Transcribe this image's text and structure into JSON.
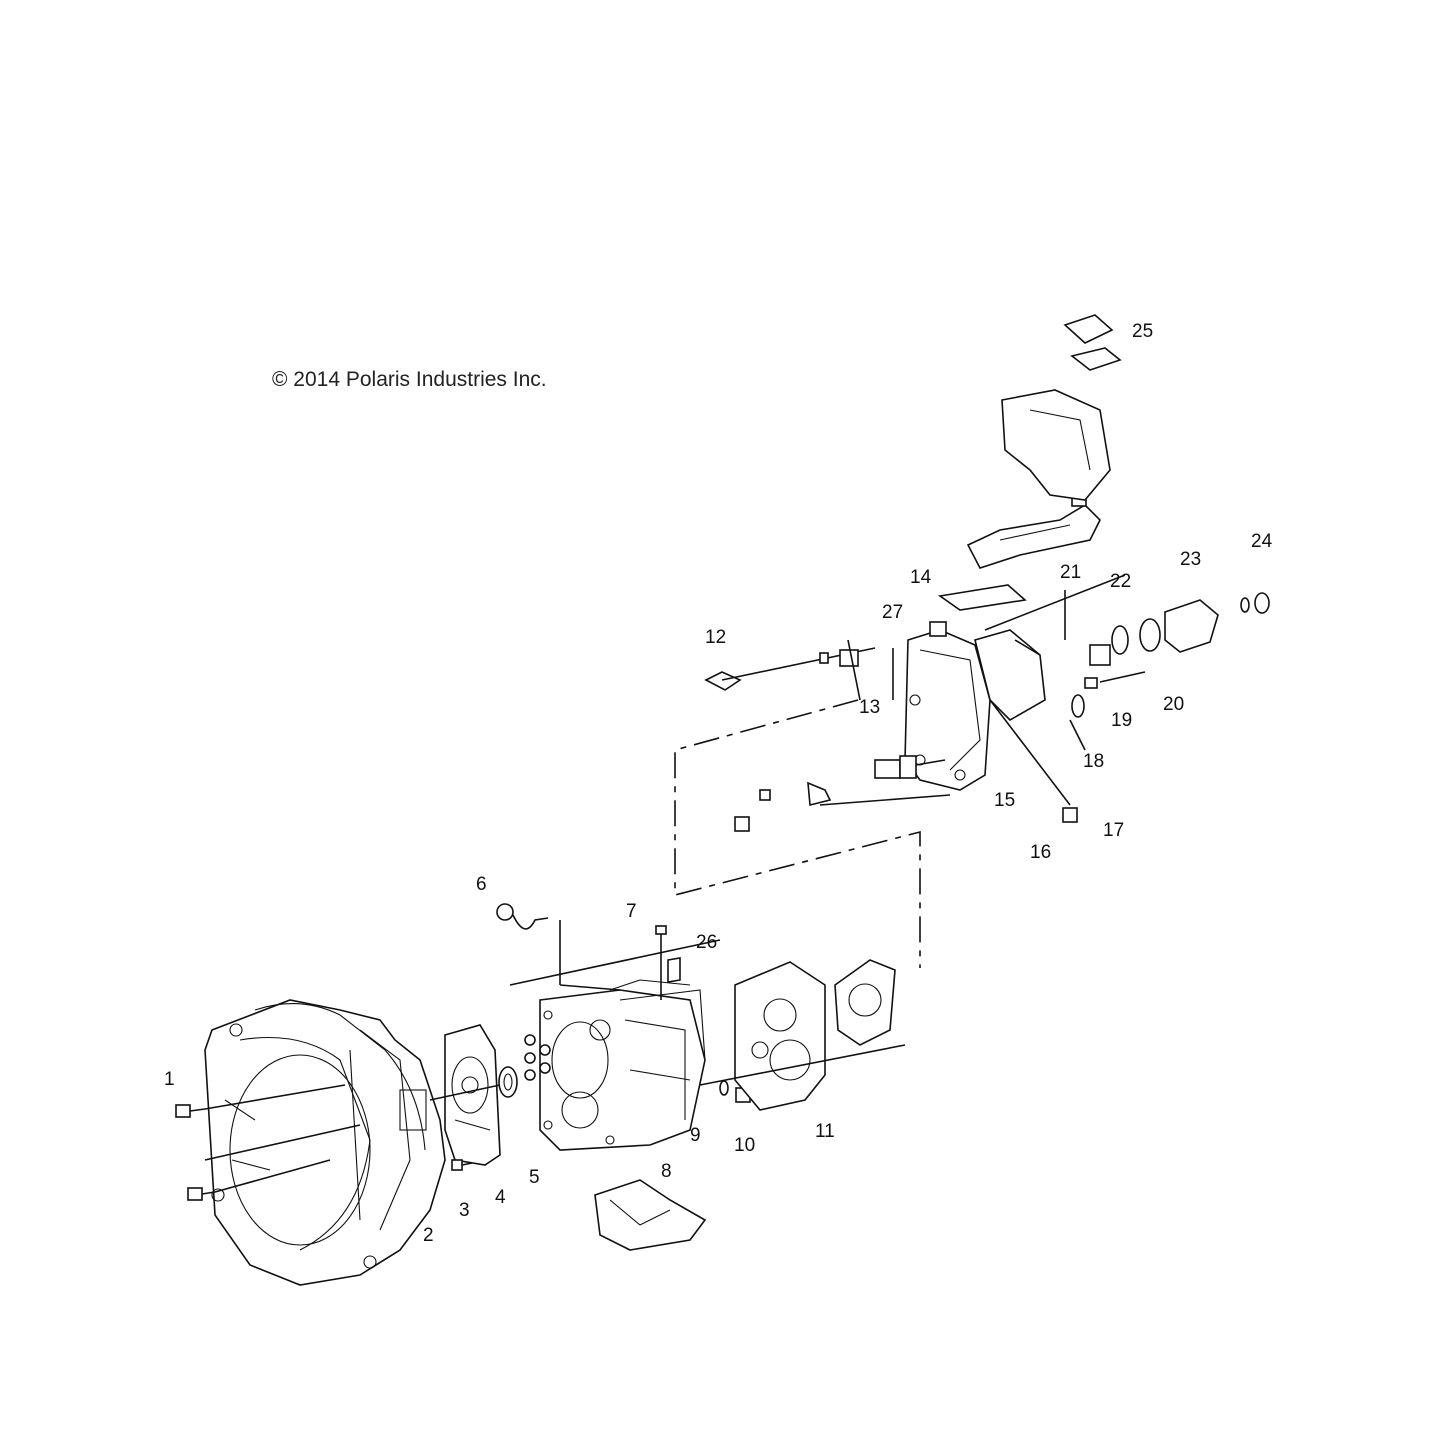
{
  "copyright": "© 2014 Polaris Industries Inc.",
  "callouts": [
    "1",
    "2",
    "3",
    "4",
    "5",
    "6",
    "7",
    "8",
    "9",
    "10",
    "11",
    "12",
    "13",
    "14",
    "15",
    "16",
    "17",
    "18",
    "19",
    "20",
    "21",
    "22",
    "23",
    "24",
    "25",
    "26",
    "27"
  ]
}
